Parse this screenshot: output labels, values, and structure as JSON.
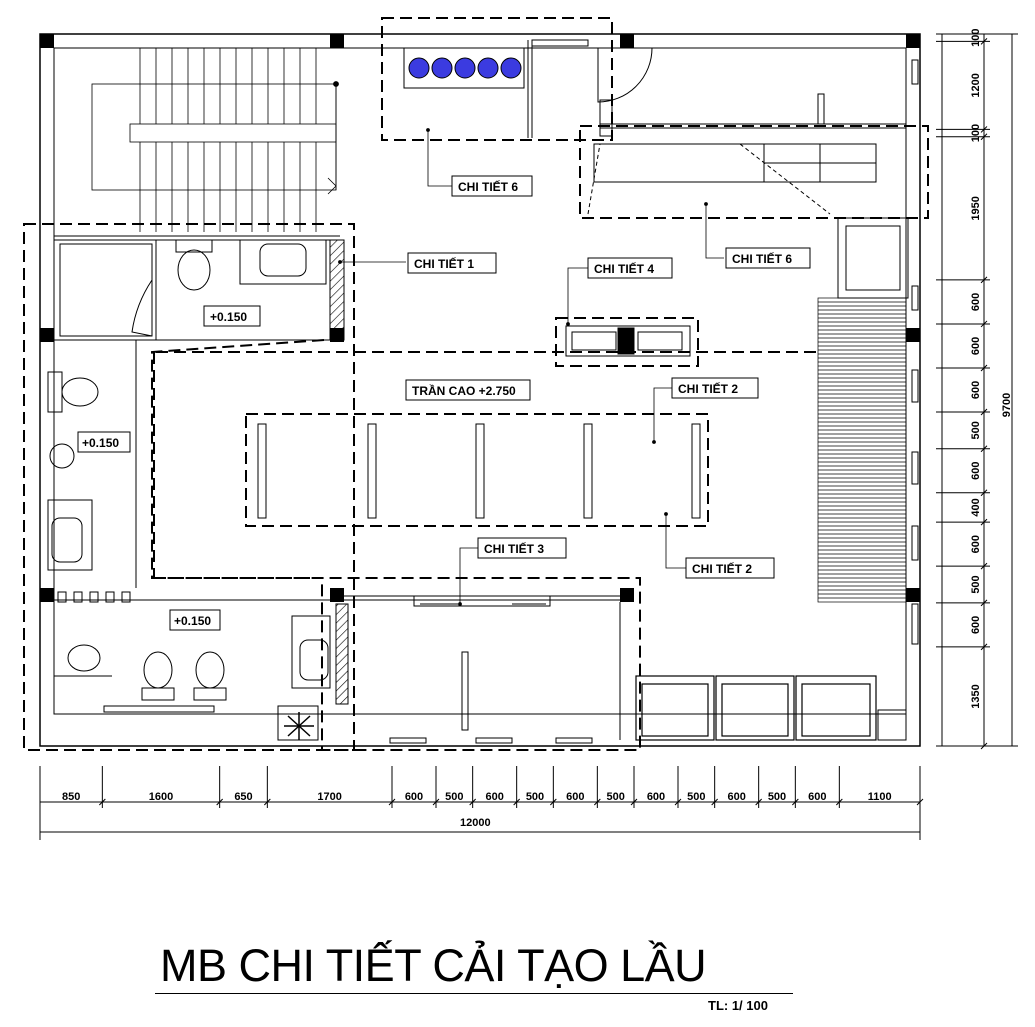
{
  "drawing": {
    "title": "MB CHI TIẾT CẢI TẠO LẦU",
    "scale": "TL: 1/ 100"
  },
  "callouts": [
    {
      "text": "CHI TIẾT 6"
    },
    {
      "text": "CHI TIẾT 6"
    },
    {
      "text": "CHI TIẾT 1"
    },
    {
      "text": "CHI TIẾT 4"
    },
    {
      "text": "TRẦN CAO +2.750"
    },
    {
      "text": "CHI TIẾT 2"
    },
    {
      "text": "CHI TIẾT 2"
    },
    {
      "text": "CHI TIẾT 3"
    }
  ],
  "levels": [
    "+0.150",
    "+0.150",
    "+0.150"
  ],
  "dimensions": {
    "bottom": [
      "850",
      "1600",
      "650",
      "1700",
      "600",
      "500",
      "600",
      "500",
      "600",
      "500",
      "600",
      "500",
      "600",
      "500",
      "600",
      "1100"
    ],
    "bottom_total": "12000",
    "right": [
      "100",
      "1200",
      "100",
      "1950",
      "600",
      "600",
      "600",
      "500",
      "600",
      "400",
      "600",
      "500",
      "600",
      "1350"
    ],
    "right_total": "9700"
  }
}
